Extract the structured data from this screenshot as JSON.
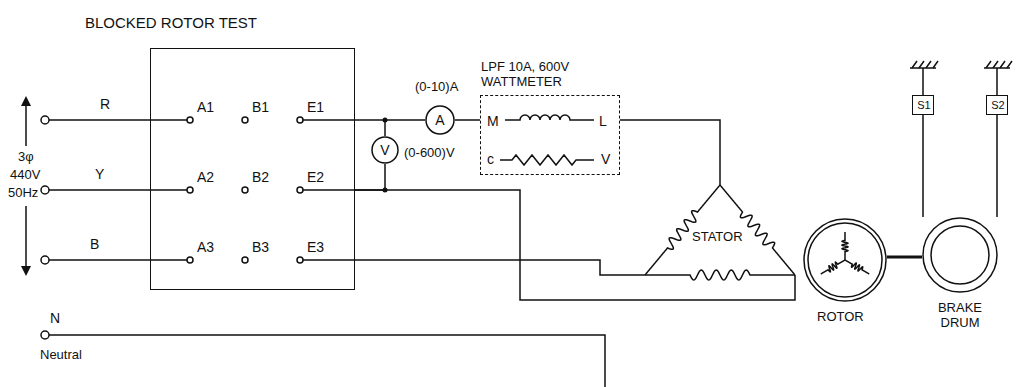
{
  "diagram": {
    "title": "BLOCKED ROTOR TEST",
    "nodes": [
      {
        "text": [
          "A1",
          "B1",
          "E1",
          "A2",
          "B2",
          "E2",
          "A3",
          "B3",
          "E3"
        ]
      },
      {
        "text": [
          "A",
          "(0-10)A"
        ]
      },
      {
        "text": [
          "V",
          "(0-600)V"
        ]
      },
      {
        "text": [
          "LPF 10A, 600V WATTMETER",
          "M",
          "L",
          "c",
          "V"
        ]
      },
      {
        "text": [
          "STATOR"
        ]
      },
      {
        "text": [
          "ROTOR"
        ]
      },
      {
        "text": [
          "BRAKE DRUM"
        ]
      },
      {
        "text": [
          "S1"
        ]
      },
      {
        "text": [
          "S2"
        ]
      }
    ],
    "edges": [
      {
        "from": 0,
        "to": 1,
        "arrow": "none"
      },
      {
        "from": 1,
        "to": 3,
        "arrow": "none"
      },
      {
        "from": 3,
        "to": 4,
        "arrow": "none"
      },
      {
        "from": 0,
        "to": 4,
        "arrow": "none"
      },
      {
        "from": 0,
        "to": 4,
        "arrow": "none"
      },
      {
        "from": 0,
        "to": 2,
        "arrow": "none"
      },
      {
        "from": 5,
        "to": 6,
        "arrow": "none"
      },
      {
        "from": 7,
        "to": 6,
        "arrow": "none"
      },
      {
        "from": 8,
        "to": 6,
        "arrow": "none"
      }
    ],
    "labels": [
      "R",
      "Y",
      "B",
      "3φ",
      "440V",
      "50Hz",
      "N",
      "Neutral"
    ]
  }
}
